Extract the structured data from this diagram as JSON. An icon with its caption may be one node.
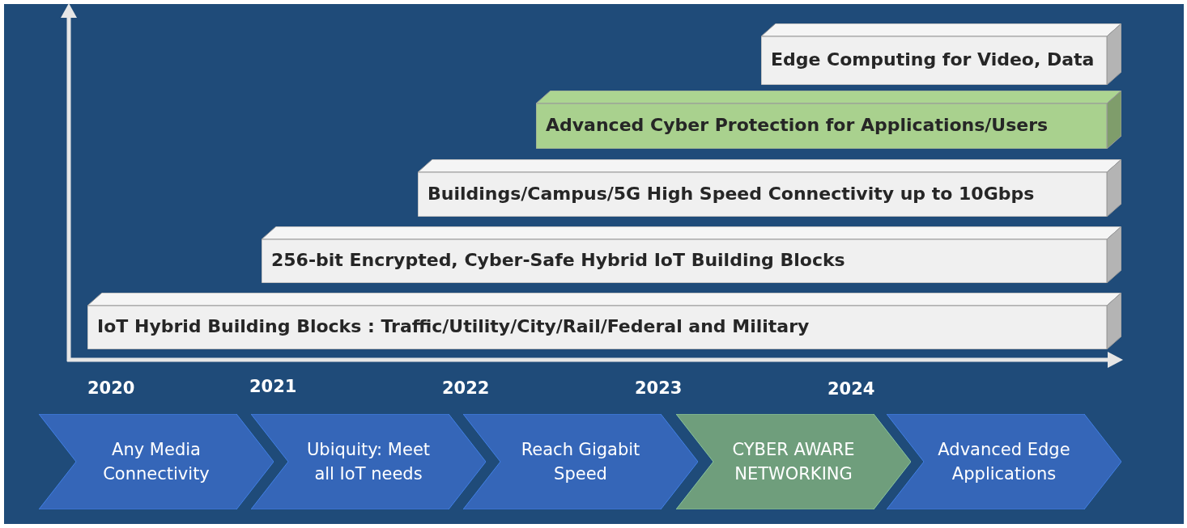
{
  "diagram": {
    "nodes": [
      {
        "text": [
          "Edge Computing for Video, Data"
        ]
      },
      {
        "text": [
          "Advanced Cyber Protection for Applications/Users"
        ]
      },
      {
        "text": [
          "Buildings/Campus/5G High Speed Connectivity up to 10Gbps"
        ]
      },
      {
        "text": [
          "256-bit Encrypted, Cyber-Safe Hybrid IoT Building Blocks"
        ]
      },
      {
        "text": [
          "IoT Hybrid Building Blocks : Traffic/Utility/City/Rail/Federal and Military"
        ]
      },
      {
        "text": [
          "Any Media Connectivity"
        ]
      },
      {
        "text": [
          "Ubiquity: Meet all IoT needs"
        ]
      },
      {
        "text": [
          "Reach Gigabit Speed"
        ]
      },
      {
        "text": [
          "CYBER AWARE NETWORKING"
        ]
      },
      {
        "text": [
          "Advanced Edge Applications"
        ]
      }
    ],
    "labels": [
      "2020",
      "2021",
      "2022",
      "2023",
      "2024"
    ]
  }
}
